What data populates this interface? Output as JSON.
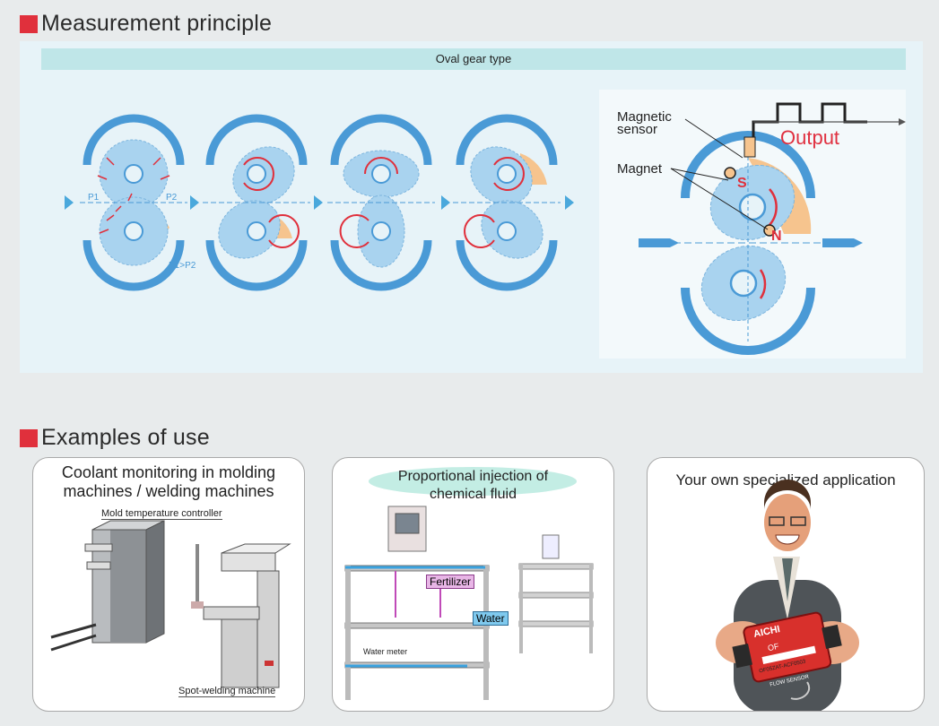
{
  "sections": {
    "principle_heading": "Measurement principle",
    "examples_heading": "Examples of use"
  },
  "diagram": {
    "panel_title": "Oval gear type",
    "p1_label": "P1",
    "p2_label": "P2",
    "pressure_relation": "P1>P2",
    "magnetic_sensor_label_line1": "Magnetic",
    "magnetic_sensor_label_line2": "sensor",
    "output_label": "Output",
    "magnet_label": "Magnet",
    "pole_s": "S",
    "pole_n": "N"
  },
  "colors": {
    "accent_red": "#e0303c",
    "gear_blue": "#a9d3ef",
    "housing_blue": "#4a9ad6",
    "fluid_orange": "#f6c48e",
    "arrow_blue": "#4aa8dc",
    "output_red": "#e03040"
  },
  "examples": {
    "card1": {
      "title_line1": "Coolant monitoring in molding",
      "title_line2": "machines / welding machines",
      "label_mold": "Mold temperature controller",
      "label_spot": "Spot-welding machine"
    },
    "card2": {
      "title_line1": "Proportional injection of",
      "title_line2": "chemical fluid",
      "label_fertilizer": "Fertilizer",
      "label_water": "Water",
      "label_meter": "Water meter"
    },
    "card3": {
      "title": "Your own specialized application",
      "device_brand": "AICHI",
      "device_model": "OF",
      "device_serial": "OF05ZAT-ACF0503",
      "device_caption": "FLOW SENSOR"
    }
  }
}
